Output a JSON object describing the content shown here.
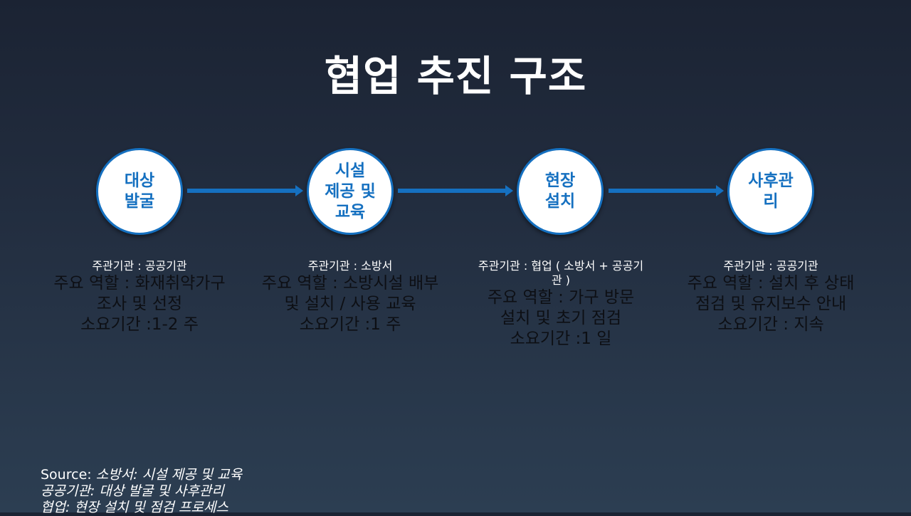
{
  "title": "협업 추진 구조",
  "colors": {
    "accent": "#1570c0",
    "circle_fill": "#ffffff",
    "background_top": "#1b2333",
    "background_bottom": "#2c3e52",
    "body_text": "#0d0f14",
    "org_text": "#ffffff"
  },
  "steps": [
    {
      "label": "대상\n발굴",
      "org": "주관기관 : 공공기관",
      "role": "주요 역할 : 화재취약가구 조사 및 선정",
      "duration": "소요기간 :1-2 주"
    },
    {
      "label": "시설\n제공 및\n교육",
      "org": "주관기관 : 소방서",
      "role": "주요 역할 : 소방시설 배부 및 설치 / 사용 교육",
      "duration": "소요기간 :1 주"
    },
    {
      "label": "현장\n설치",
      "org": "주관기관 : 협업 ( 소방서 + 공공기관 )",
      "role": "주요 역할 : 가구 방문 설치 및 초기 점검",
      "duration": "소요기간 :1 일"
    },
    {
      "label": "사후관\n리",
      "org": "주관기관 : 공공기관",
      "role": "주요 역할 : 설치 후 상태 점검 및 유지보수 안내",
      "duration": "소요기간 : 지속"
    }
  ],
  "arrows": [
    {
      "from": "대상 발굴",
      "to": "시설 제공 및 교육"
    },
    {
      "from": "시설 제공 및 교육",
      "to": "현장 설치"
    },
    {
      "from": "현장 설치",
      "to": "사후관리"
    }
  ],
  "source": {
    "label": "Source:",
    "lines": [
      "소방서: 시설 제공 및 교육",
      "공공기관: 대상 발굴 및 사후관리",
      "협업: 현장 설치 및 점검 프로세스"
    ]
  }
}
